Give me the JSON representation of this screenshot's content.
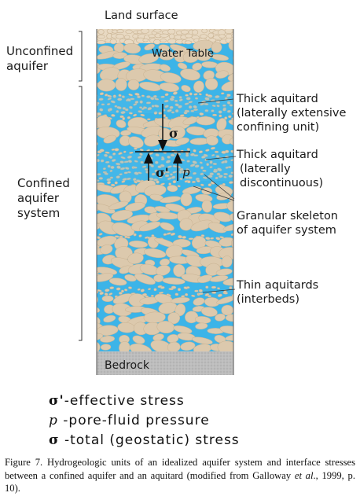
{
  "labels": {
    "land_surface": "Land surface",
    "water_table": "Water Table",
    "unconfined_aquifer": [
      "Unconfined",
      "aquifer"
    ],
    "confined_aquifer_system": [
      "Confined",
      "aquifer",
      "system"
    ],
    "bedrock": "Bedrock",
    "thick_aquitard_extensive": [
      "Thick aquitard",
      "(laterally extensive",
      "confining unit)"
    ],
    "thick_aquitard_discontinuous": [
      "Thick aquitard",
      "(laterally",
      "discontinuous)"
    ],
    "granular_skeleton": [
      "Granular skeleton",
      "of aquifer system"
    ],
    "thin_aquitards": [
      "Thin aquitards",
      "(interbeds)"
    ],
    "sigma": "σ",
    "sigma_prime": "σ'",
    "p": "p"
  },
  "legend": [
    {
      "symbol": "σ'",
      "text": "-effective stress"
    },
    {
      "symbol": "p",
      "text": " -pore-fluid pressure"
    },
    {
      "symbol": "σ",
      "text": " -total (geostatic) stress"
    }
  ],
  "caption": {
    "before_italic": "Figure 7. Hydrogeologic units of an idealized aquifer system and interface stresses between a confined aquifer and an aquitard (modified from Galloway ",
    "italic": "et al",
    "after_italic": "., 1999, p. 10)."
  },
  "colors": {
    "water": "#3cb4e8",
    "grain": "#dcc9ad",
    "grain_edge": "#c9b393",
    "land": "#e8d9c2",
    "bedrock": "#b9b9b9"
  }
}
